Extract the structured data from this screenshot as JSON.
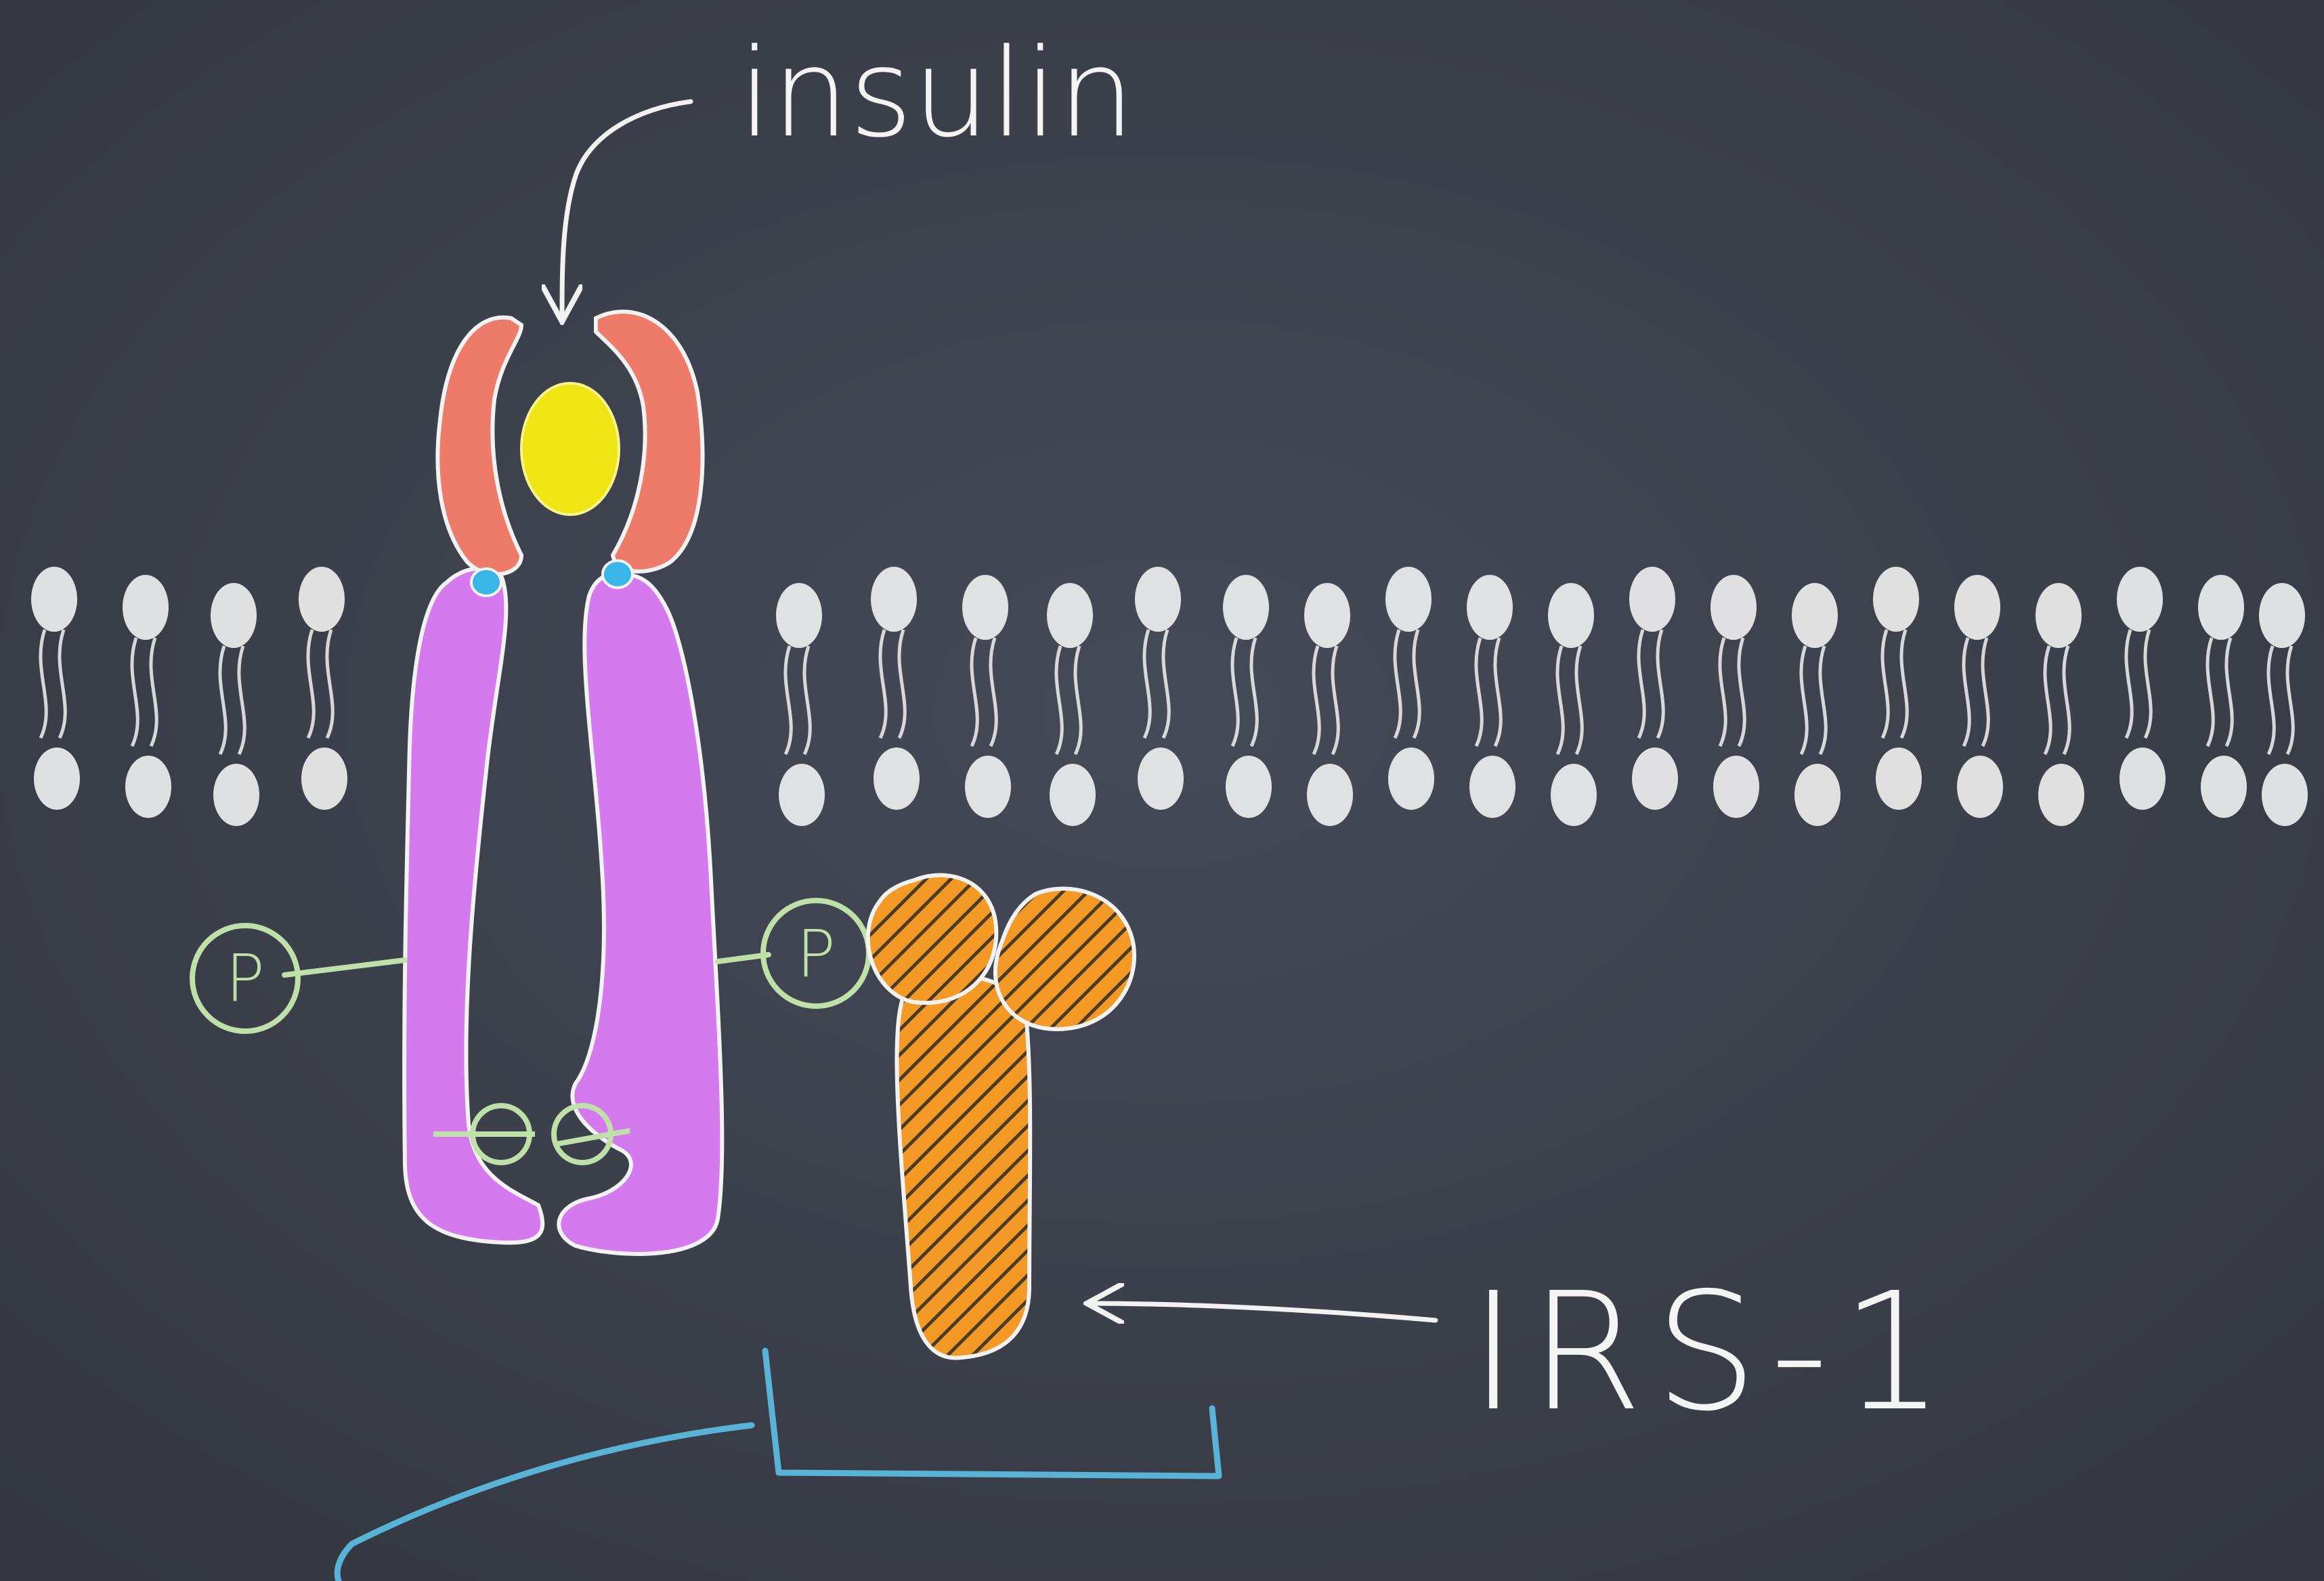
{
  "labels": {
    "insulin": "insulin",
    "irs1": "IRS-1",
    "phosphate": "P"
  },
  "colors": {
    "board": "#3a3e4a",
    "chalk": "#f2f2f2",
    "alpha_subunit": "#ee7a6a",
    "beta_subunit": "#d579ee",
    "insulin": "#efe515",
    "irs1": "#f39a26",
    "phosphate": "#bfe0a8",
    "junction": "#39b6e6",
    "bracket": "#58b3d6"
  },
  "icons": {
    "membrane": "lipid-bilayer",
    "receptor": "insulin-receptor",
    "hormone": "insulin-molecule",
    "substrate": "irs1-protein"
  }
}
